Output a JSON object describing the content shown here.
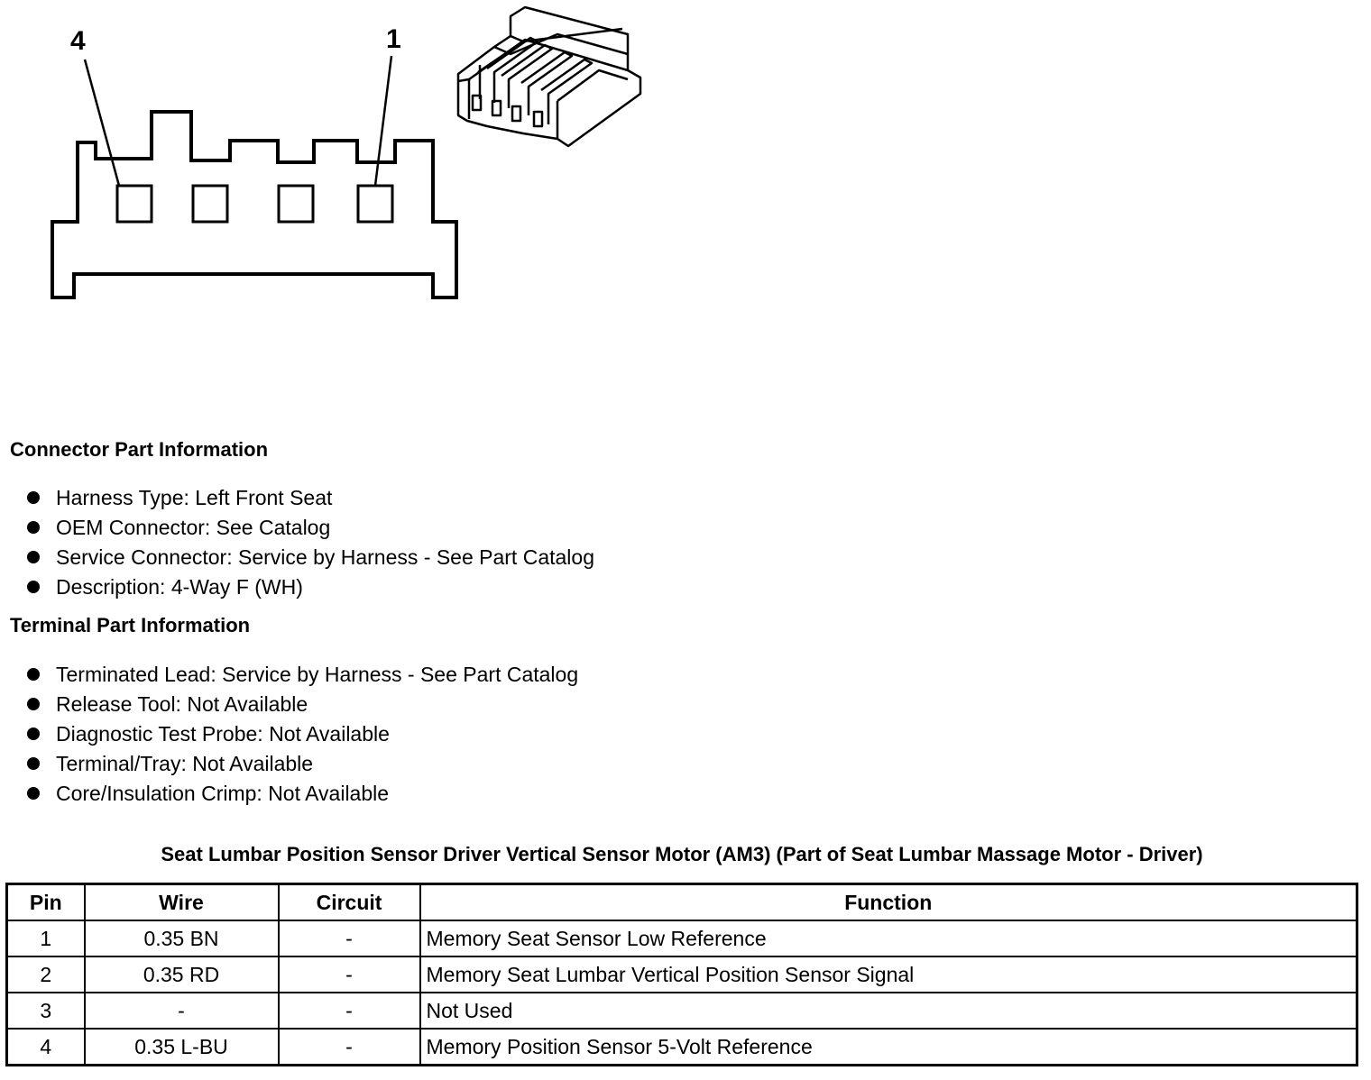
{
  "diagram": {
    "pin_labels": [
      "4",
      "1"
    ]
  },
  "connector_part": {
    "heading": "Connector Part Information",
    "items": [
      "Harness Type: Left Front Seat",
      "OEM Connector: See Catalog",
      "Service Connector: Service by Harness - See Part Catalog",
      "Description: 4-Way F (WH)"
    ]
  },
  "terminal_part": {
    "heading": "Terminal Part Information",
    "items": [
      "Terminated Lead: Service by Harness - See Part Catalog",
      "Release Tool: Not Available",
      "Diagnostic Test Probe: Not Available",
      "Terminal/Tray: Not Available",
      "Core/Insulation Crimp: Not Available"
    ]
  },
  "pinout_table": {
    "title": "Seat Lumbar Position Sensor Driver Vertical Sensor Motor (AM3) (Part of Seat Lumbar Massage Motor - Driver)",
    "headers": [
      "Pin",
      "Wire",
      "Circuit",
      "Function"
    ],
    "rows": [
      [
        "1",
        "0.35 BN",
        "-",
        "Memory Seat Sensor Low Reference"
      ],
      [
        "2",
        "0.35 RD",
        "-",
        "Memory Seat Lumbar Vertical Position Sensor Signal"
      ],
      [
        "3",
        "-",
        "-",
        "Not Used"
      ],
      [
        "4",
        "0.35 L-BU",
        "-",
        "Memory Position Sensor 5-Volt Reference"
      ]
    ]
  }
}
